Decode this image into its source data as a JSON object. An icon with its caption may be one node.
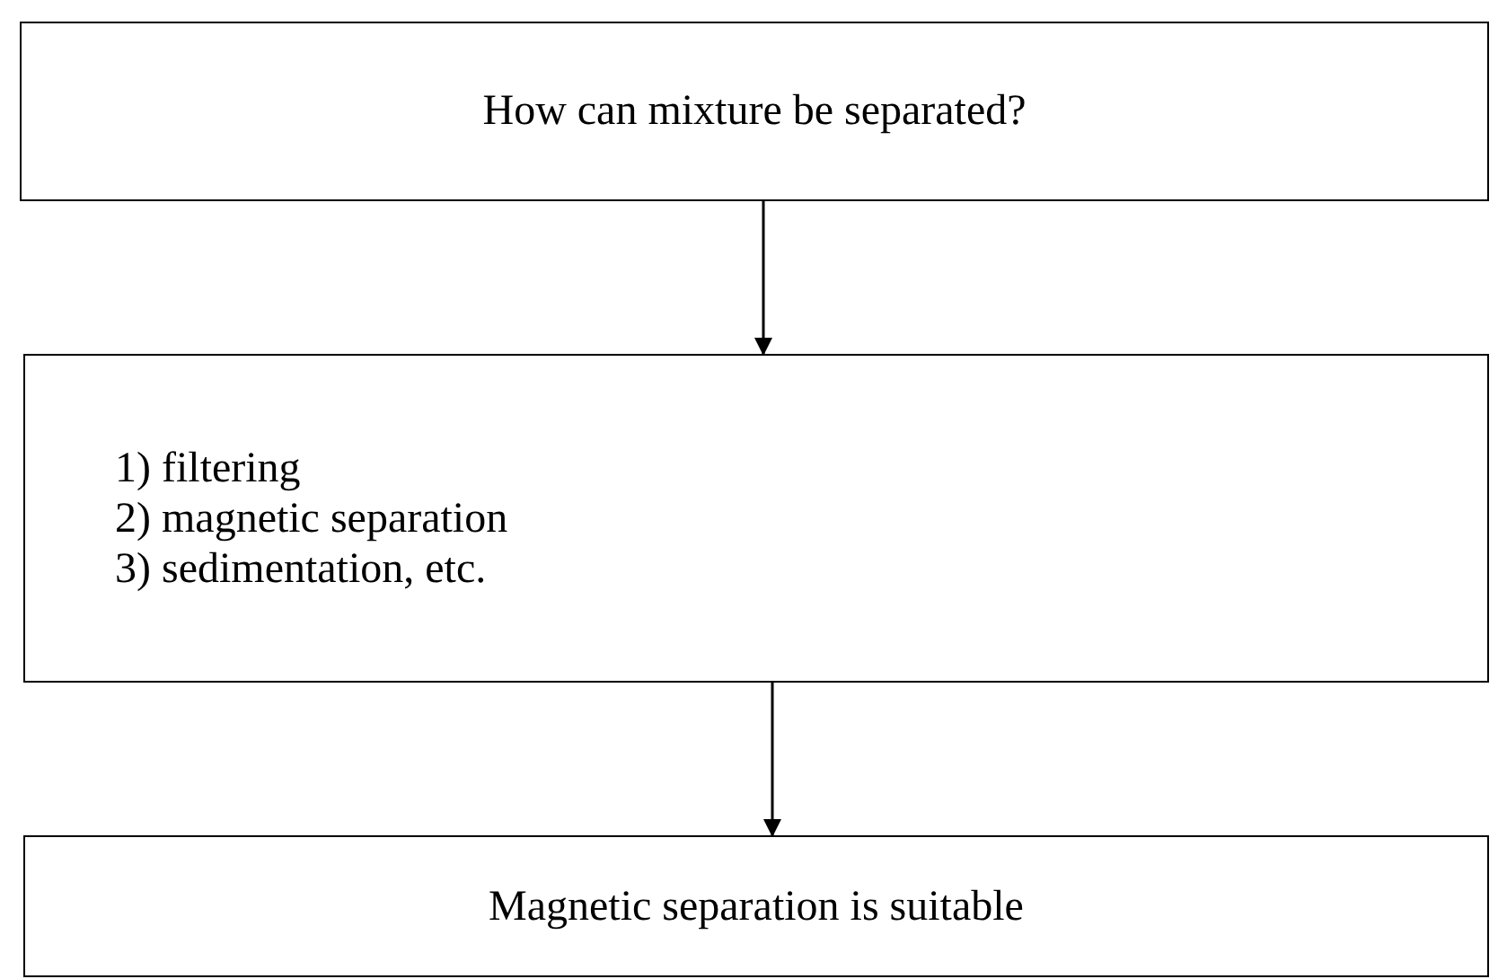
{
  "diagram": {
    "nodes": [
      {
        "text": [
          "How can mixture be separated?"
        ]
      },
      {
        "text": [
          "1) filtering",
          "2) magnetic separation",
          "3) sedimentation, etc."
        ]
      },
      {
        "text": [
          "Magnetic separation is suitable"
        ]
      }
    ],
    "edges": [
      {
        "from": 0,
        "to": 1,
        "arrow": "to"
      },
      {
        "from": 1,
        "to": 2,
        "arrow": "to"
      }
    ]
  }
}
